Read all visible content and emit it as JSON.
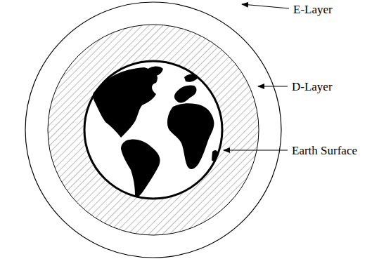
{
  "diagram": {
    "labels": [
      "E-Layer",
      "D-Layer",
      "Earth Surface"
    ]
  }
}
